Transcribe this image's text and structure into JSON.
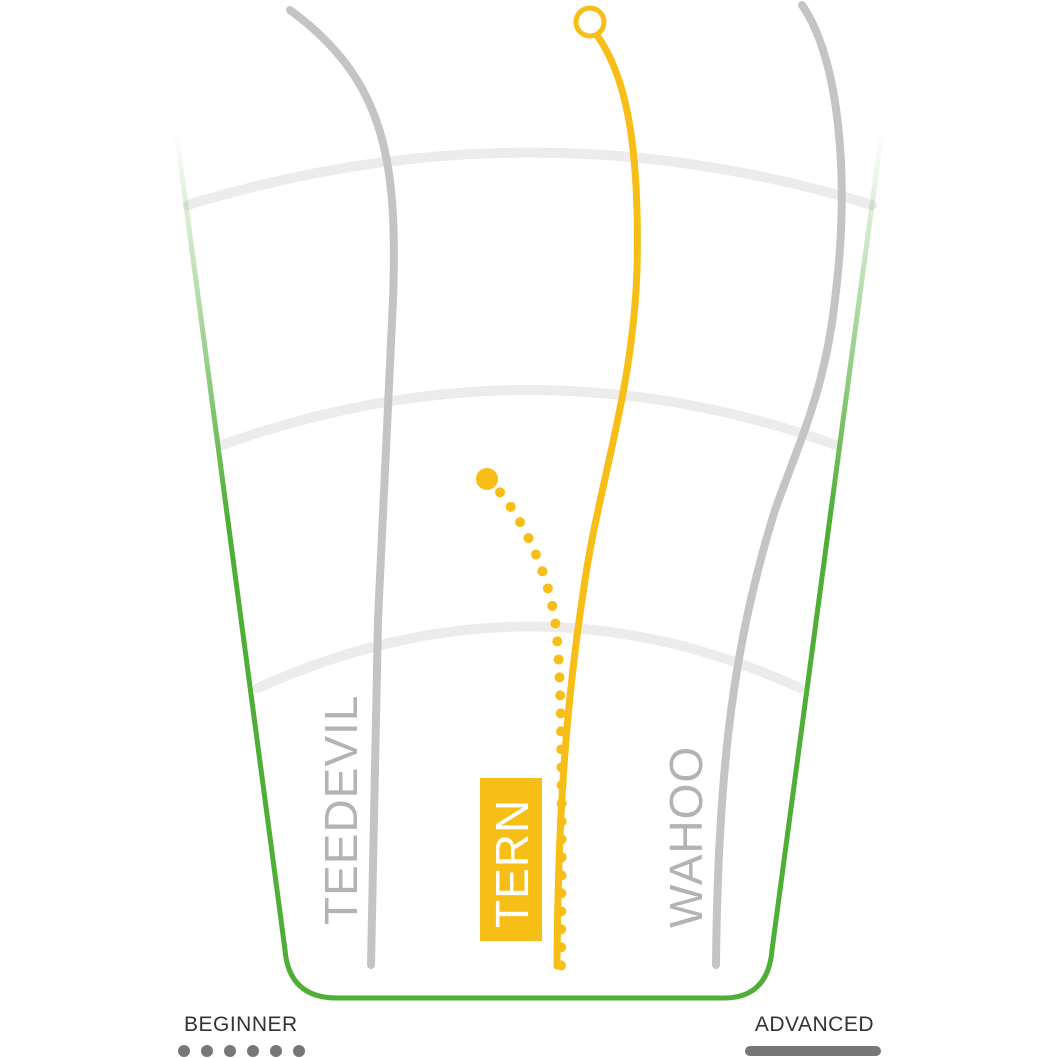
{
  "discs": [
    {
      "name": "TEEDEVIL",
      "color": "#c4c4c4",
      "highlighted": false
    },
    {
      "name": "TERN",
      "color": "#f6be16",
      "highlighted": true,
      "label_text_color": "#ffffff"
    },
    {
      "name": "WAHOO",
      "color": "#c4c4c4",
      "highlighted": false
    }
  ],
  "skill_scale": {
    "beginner_label": "BEGINNER",
    "advanced_label": "ADVANCED"
  },
  "colors": {
    "fairway_border": "#4fae36",
    "distance_arcs": "#ececec",
    "highlight": "#f6be16",
    "inactive_disc": "#c4c4c4",
    "scale_marker": "#777777"
  }
}
